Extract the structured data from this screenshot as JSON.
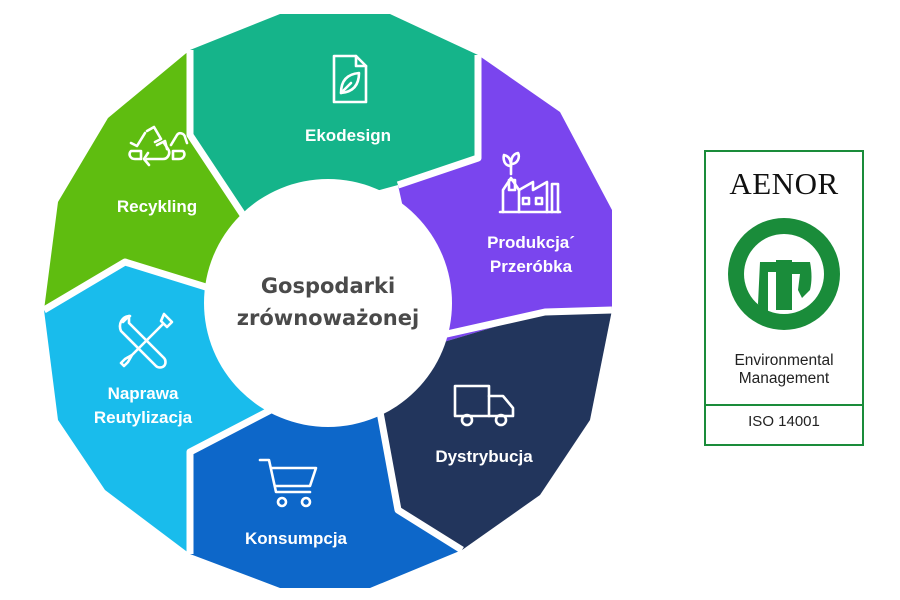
{
  "diagram": {
    "center": {
      "line1": "Gospodarki",
      "line2": "zrównoważonej",
      "color": "#4a4a4a"
    },
    "segments": [
      {
        "id": "ekodesign",
        "lines": [
          "Ekodesign"
        ],
        "color": "#15b48a",
        "icon": "leaf-document-icon"
      },
      {
        "id": "produkcja",
        "lines": [
          "Produkcja´",
          "Przeróbka"
        ],
        "color": "#7a45ee",
        "icon": "factory-icon"
      },
      {
        "id": "dystrybucja",
        "lines": [
          "Dystrybucja"
        ],
        "color": "#22355c",
        "icon": "truck-icon"
      },
      {
        "id": "konsumpcja",
        "lines": [
          "Konsumpcja"
        ],
        "color": "#0d67c9",
        "icon": "shopping-cart-icon"
      },
      {
        "id": "naprawa",
        "lines": [
          "Naprawa",
          "Reutylizacja"
        ],
        "color": "#19bcec",
        "icon": "tools-icon"
      },
      {
        "id": "recykling",
        "lines": [
          "Recykling"
        ],
        "color": "#5fbd10",
        "icon": "recycle-icon"
      }
    ]
  },
  "certificate": {
    "brand": "AENOR",
    "line1": "Environmental",
    "line2": "Management",
    "standard": "ISO 14001",
    "color": "#1a8c3a",
    "icon": "aenor-ga-logo-icon"
  }
}
